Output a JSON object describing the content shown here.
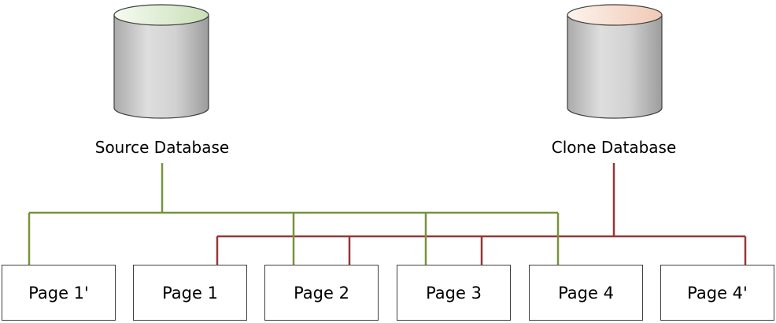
{
  "databases": {
    "source": {
      "label": "Source Database",
      "tint": "#c9dfb8"
    },
    "clone": {
      "label": "Clone Database",
      "tint": "#f0c9b5"
    }
  },
  "pages": [
    {
      "label": "Page 1'"
    },
    {
      "label": "Page 1"
    },
    {
      "label": "Page 2"
    },
    {
      "label": "Page 3"
    },
    {
      "label": "Page 4"
    },
    {
      "label": "Page 4'"
    }
  ],
  "colors": {
    "source_link": "#77933c",
    "clone_link": "#953735",
    "cylinder_body": "#c8c8c8",
    "cylinder_outline": "#3f3f3f",
    "box_border": "#3f3f3f"
  }
}
